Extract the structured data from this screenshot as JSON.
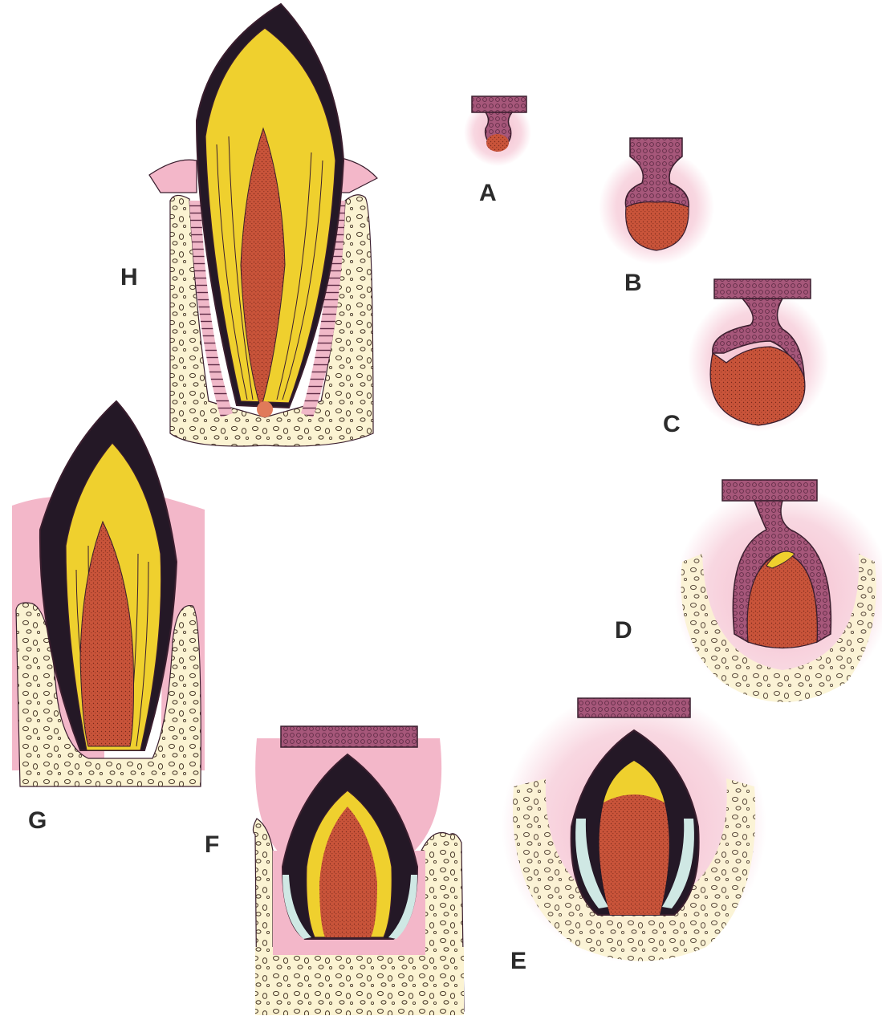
{
  "diagram": {
    "colors": {
      "enamel": "#241826",
      "dentin": "#efd02e",
      "pulp": "#c9543a",
      "oral_epithelium": "#a6577a",
      "mesenchyme": "#f3b7c9",
      "bone": "#fbf3d2",
      "reduced_space": "#cfe8e4",
      "outline": "#3a1e2e"
    },
    "stages": [
      {
        "id": "A",
        "label": "A"
      },
      {
        "id": "B",
        "label": "B"
      },
      {
        "id": "C",
        "label": "C"
      },
      {
        "id": "D",
        "label": "D"
      },
      {
        "id": "E",
        "label": "E"
      },
      {
        "id": "F",
        "label": "F"
      },
      {
        "id": "G",
        "label": "G"
      },
      {
        "id": "H",
        "label": "H"
      }
    ]
  }
}
